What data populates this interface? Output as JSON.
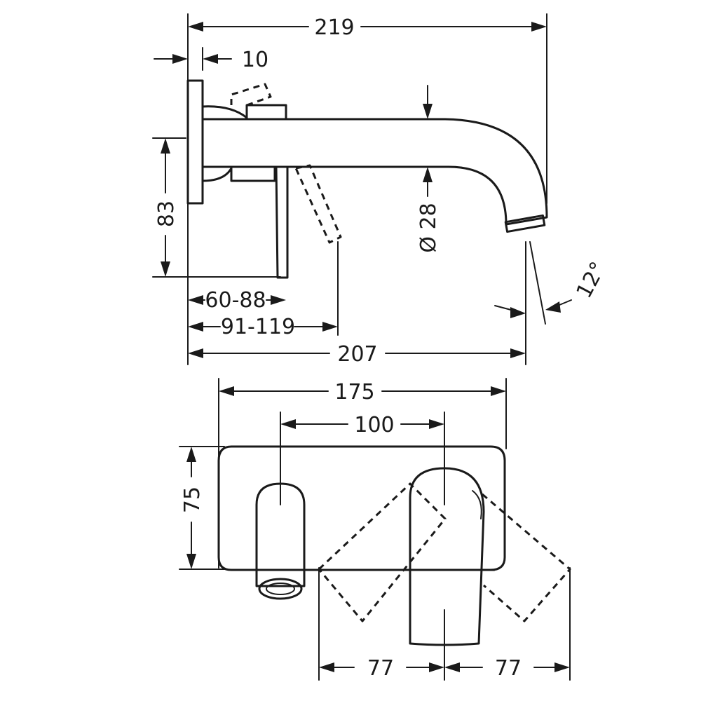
{
  "side_view": {
    "dim_total_length": "219",
    "dim_plate_thickness": "10",
    "dim_height": "83",
    "dim_lever_reach": "60-88",
    "dim_lever_swing": "91-119",
    "dim_spout_reach": "207",
    "dim_spout_diameter": "Ø 28",
    "dim_angle": "12°"
  },
  "front_view": {
    "dim_plate_width": "175",
    "dim_center_distance": "100",
    "dim_plate_height": "75",
    "dim_swing_left": "77",
    "dim_swing_right": "77"
  }
}
